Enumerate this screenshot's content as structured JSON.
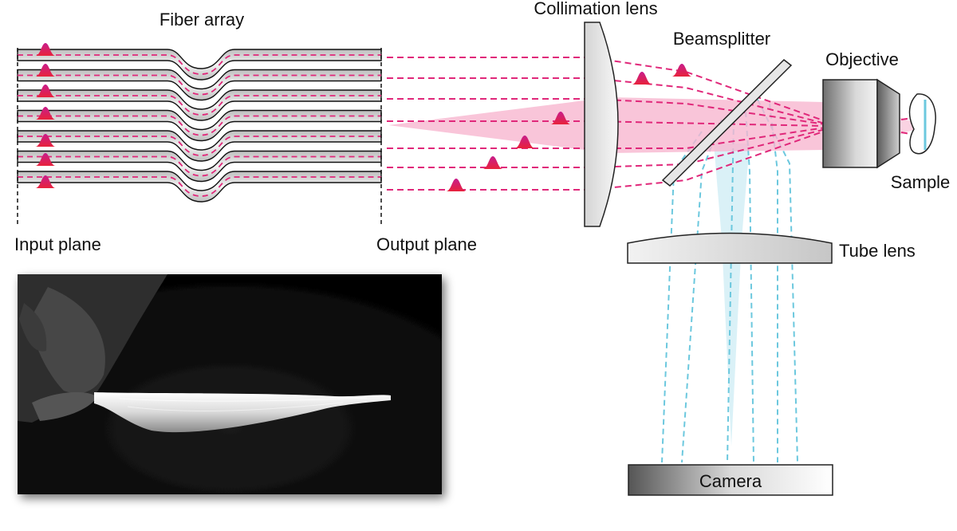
{
  "labels": {
    "fiber_array": "Fiber array",
    "collimation_lens": "Collimation lens",
    "beamsplitter": "Beamsplitter",
    "objective": "Objective",
    "sample": "Sample",
    "input_plane": "Input plane",
    "output_plane": "Output plane",
    "tube_lens": "Tube lens",
    "camera": "Camera"
  },
  "fiber_count": 7,
  "colors": {
    "excitation": "#e0287a",
    "excitation_fill": "#f7b6cf",
    "emission": "#6cc8de",
    "emission_fill": "#d3eef6",
    "pulse_base": "#e8223c",
    "pulse_top": "#c81e8c",
    "photo_bg": "#0b0b0b"
  },
  "icons": {
    "pulse": "gaussian-pulse-icon",
    "photo": "fiber-bundle-photo"
  }
}
